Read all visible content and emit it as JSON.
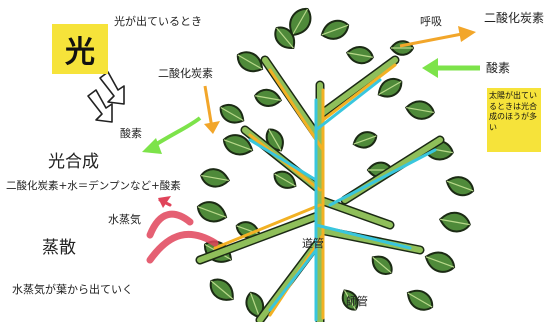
{
  "labels": {
    "light_on": "光が出ているとき",
    "light": "光",
    "co2_top_left": "二酸化炭素",
    "oxygen_left": "酸素",
    "photosynthesis": "光合成",
    "photosynthesis_equation": "二酸化炭素+水＝デンプンなど+酸素",
    "water_vapor": "水蒸気",
    "transpiration": "蒸散",
    "transpiration_desc": "水蒸気が葉から出ていく",
    "respiration": "呼吸",
    "co2_top_right": "二酸化炭素",
    "oxygen_right": "酸素",
    "sunlit_note": "太陽が出ているときは光合成のほうが多い",
    "xylem": "道管",
    "phloem": "師管"
  },
  "colors": {
    "highlight": "#f6e33a",
    "leaf": "#4f8a3a",
    "leaf_outline": "#1b2a14",
    "xylem": "#39c6dd",
    "phloem": "#f2b124",
    "co2_arrow": "#f2a62a",
    "oxygen_arrow": "#7de34a",
    "vapor_arrow": "#e0445a"
  }
}
